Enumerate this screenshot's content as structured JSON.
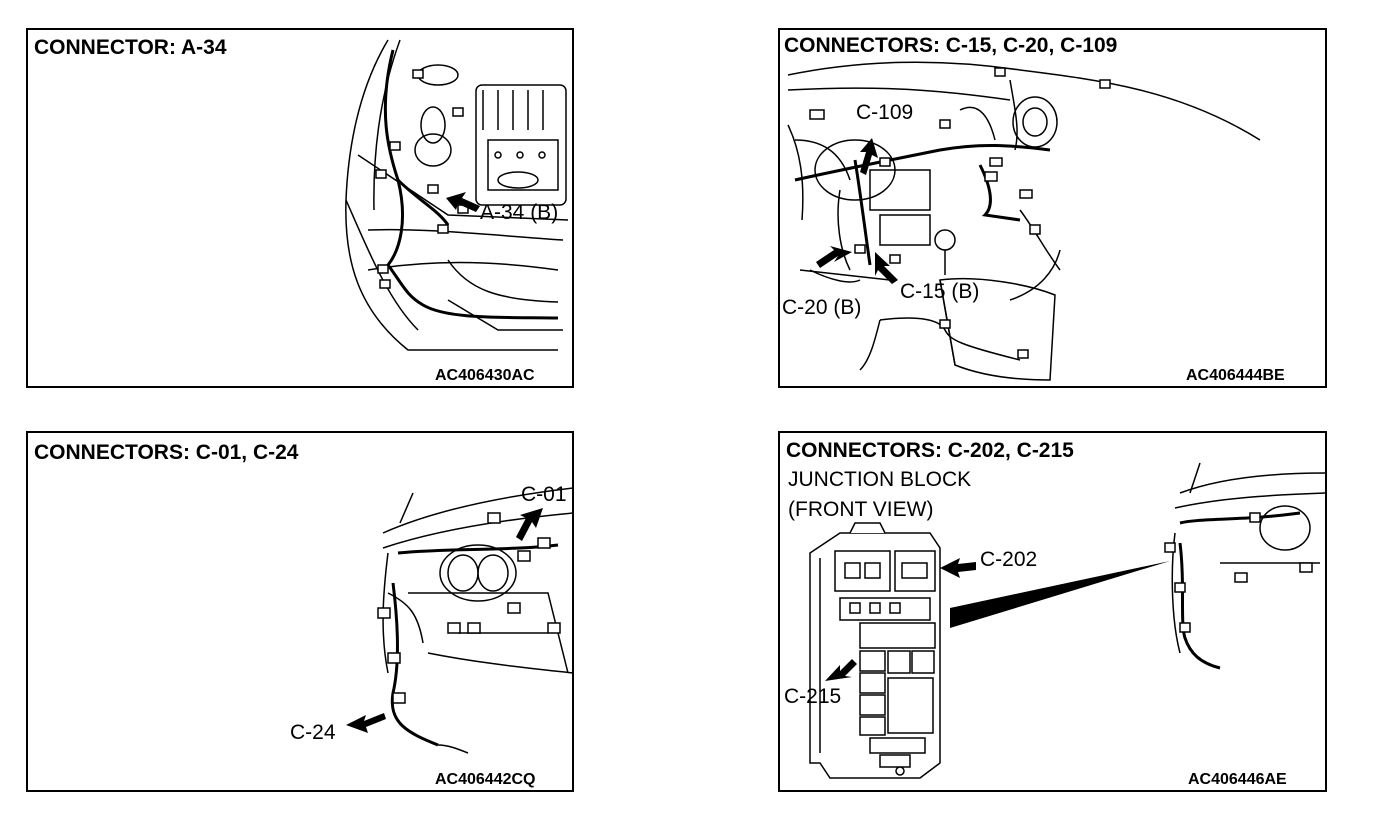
{
  "panels": [
    {
      "title": "CONNECTOR: A-34",
      "code": "AC406430AC",
      "labels": [
        "A-34 (B)"
      ]
    },
    {
      "title": "CONNECTORS: C-15, C-20, C-109",
      "code": "AC406444BE",
      "labels": [
        "C-109",
        "C-15 (B)",
        "C-20 (B)"
      ]
    },
    {
      "title": "CONNECTORS: C-01, C-24",
      "code": "AC406442CQ",
      "labels": [
        "C-01",
        "C-24"
      ]
    },
    {
      "title": "CONNECTORS: C-202, C-215",
      "subtitle_1": "JUNCTION BLOCK",
      "subtitle_2": "(FRONT VIEW)",
      "code": "AC406446AE",
      "labels": [
        "C-202",
        "C-215"
      ]
    }
  ]
}
